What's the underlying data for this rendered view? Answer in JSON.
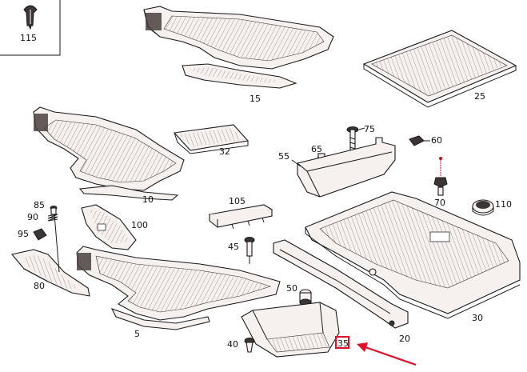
{
  "colors": {
    "highlight": "#e0102a",
    "part_fill": "#f6f1ef",
    "line": "#1a1a1a"
  },
  "callouts": {
    "c115": "115",
    "c15": "15",
    "c25": "25",
    "c10": "10",
    "c32": "32",
    "c75": "75",
    "c65": "65",
    "c60": "60",
    "c55": "55",
    "c70": "70",
    "c110": "110",
    "c105": "105",
    "c85": "85",
    "c90": "90",
    "c95": "95",
    "c100": "100",
    "c45": "45",
    "c80": "80",
    "c50": "50",
    "c5": "5",
    "c30": "30",
    "c40": "40",
    "c35": "35",
    "c20": "20"
  },
  "selected_part": "35"
}
